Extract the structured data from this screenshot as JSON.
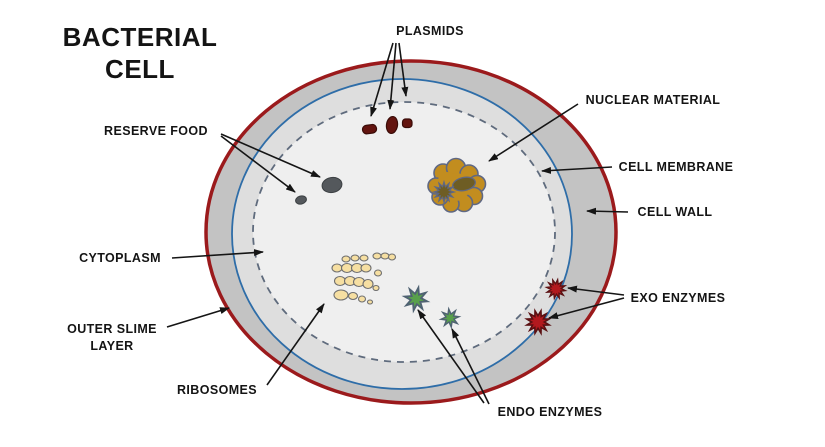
{
  "title": {
    "line1": "BACTERIAL",
    "line2": "CELL"
  },
  "labels": {
    "plasmids": "PLASMIDS",
    "nuclear_material": "NUCLEAR MATERIAL",
    "cell_membrane": "CELL MEMBRANE",
    "cell_wall": "CELL WALL",
    "exo_enzymes": "EXO ENZYMES",
    "endo_enzymes": "ENDO ENZYMES",
    "ribosomes": "RIBOSOMES",
    "outer_slime_line1": "OUTER SLIME",
    "outer_slime_line2": "LAYER",
    "cytoplasm": "CYTOPLASM",
    "reserve_food": "RESERVE FOOD"
  },
  "colors": {
    "outer_slime_red": "#9b1a1c",
    "cell_wall_gray": "#c3c3c3",
    "membrane_blue": "#2e6da8",
    "periplasm_gray": "#dedede",
    "inner_dash_line": "#5f6b7d",
    "cytoplasm_fill": "#efefef",
    "plasmid": "#63140f",
    "plasmid_outline": "#3a0c08",
    "reserve_food": "#54585c",
    "reserve_food_outline": "#3c4043",
    "nuclear_gold": "#c28d1f",
    "nuclear_patch": "#6e5d24",
    "nuclear_outline": "#5f6884",
    "ribosome": "#f6dfa2",
    "ribosome_outline": "#6f6f6f",
    "endo_green": "#58a04b",
    "endo_outline": "#4f6272",
    "exo_red": "#b2191e",
    "exo_outline": "#5a1012",
    "arrow": "#151515",
    "text": "#141414"
  }
}
